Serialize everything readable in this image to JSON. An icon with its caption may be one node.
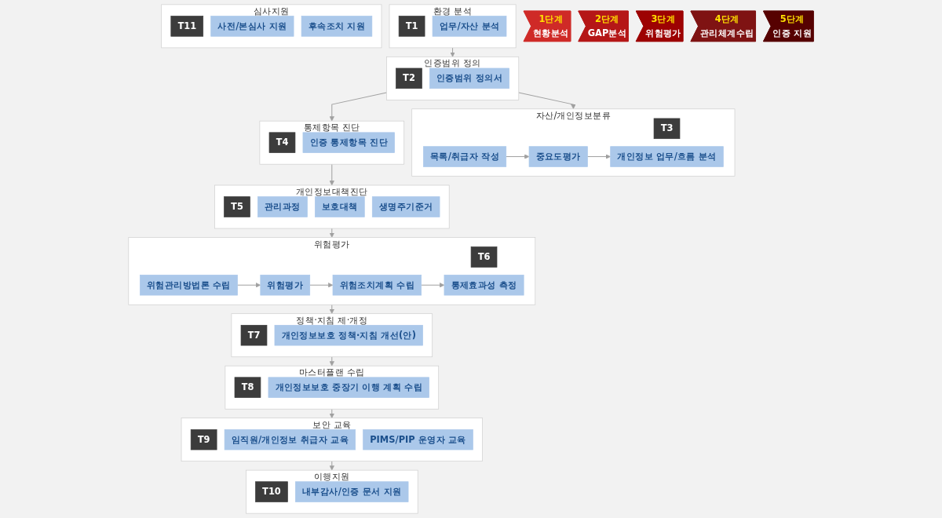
{
  "diagram": {
    "nodes": [
      {
        "text": [
          "1단계",
          "현황분석"
        ]
      },
      {
        "text": [
          "2단계",
          "GAP분석"
        ]
      },
      {
        "text": [
          "3단계",
          "위험평가"
        ]
      },
      {
        "text": [
          "4단계",
          "관리체계수립"
        ]
      },
      {
        "text": [
          "5단계",
          "인증 지원"
        ]
      },
      {
        "text": [
          "환경 분석"
        ]
      },
      {
        "text": [
          "T1"
        ],
        "in": 5
      },
      {
        "text": [
          "업무/자산 분석"
        ],
        "in": 5
      },
      {
        "text": [
          "인증범위 정의"
        ]
      },
      {
        "text": [
          "T2"
        ],
        "in": 8
      },
      {
        "text": [
          "인증범위 정의서"
        ],
        "in": 8
      },
      {
        "text": [
          "자산/개인정보분류"
        ]
      },
      {
        "text": [
          "T3"
        ],
        "in": 11
      },
      {
        "text": [
          "목록/취급자 작성"
        ],
        "in": 11
      },
      {
        "text": [
          "중요도평가"
        ],
        "in": 11
      },
      {
        "text": [
          "개인정보 업무/흐름 분석"
        ],
        "in": 11
      },
      {
        "text": [
          "통제항목 진단"
        ]
      },
      {
        "text": [
          "T4"
        ],
        "in": 16
      },
      {
        "text": [
          "인증 통제항목 진단"
        ],
        "in": 16
      },
      {
        "text": [
          "개인정보대책진단"
        ]
      },
      {
        "text": [
          "T5"
        ],
        "in": 19
      },
      {
        "text": [
          "관리과정"
        ],
        "in": 19
      },
      {
        "text": [
          "보호대책"
        ],
        "in": 19
      },
      {
        "text": [
          "생명주기준거"
        ],
        "in": 19
      },
      {
        "text": [
          "위험평가"
        ]
      },
      {
        "text": [
          "T6"
        ],
        "in": 24
      },
      {
        "text": [
          "위험관리방법론 수립"
        ],
        "in": 24
      },
      {
        "text": [
          "위험평가"
        ],
        "in": 24
      },
      {
        "text": [
          "위험조치계획 수립"
        ],
        "in": 24
      },
      {
        "text": [
          "통제효과성 측정"
        ],
        "in": 24
      },
      {
        "text": [
          "정책·지침 제·개정"
        ]
      },
      {
        "text": [
          "T7"
        ],
        "in": 30
      },
      {
        "text": [
          "개인정보보호 정책·지침 개선(안)"
        ],
        "in": 30
      },
      {
        "text": [
          "마스터플랜 수립"
        ]
      },
      {
        "text": [
          "T8"
        ],
        "in": 33
      },
      {
        "text": [
          "개인정보보호 중장기 이행 계획 수립"
        ],
        "in": 33
      },
      {
        "text": [
          "보안 교육"
        ]
      },
      {
        "text": [
          "T9"
        ],
        "in": 36
      },
      {
        "text": [
          "임직원/개인정보 취급자 교육"
        ],
        "in": 36
      },
      {
        "text": [
          "PIMS/PIP 운영자 교육"
        ],
        "in": 36
      },
      {
        "text": [
          "이행지원"
        ]
      },
      {
        "text": [
          "T10"
        ],
        "in": 40
      },
      {
        "text": [
          "내부감사/인증 문서 지원"
        ],
        "in": 40
      },
      {
        "text": [
          "심사지원"
        ]
      },
      {
        "text": [
          "T11"
        ],
        "in": 43
      },
      {
        "text": [
          "사전/본심사 지원"
        ],
        "in": 43
      },
      {
        "text": [
          "후속조치 지원"
        ],
        "in": 43
      }
    ],
    "edges": [
      {
        "from": 5,
        "to": 8,
        "arrow": "to"
      },
      {
        "from": 8,
        "to": 11,
        "arrow": "to"
      },
      {
        "from": 13,
        "to": 14,
        "arrow": "to"
      },
      {
        "from": 14,
        "to": 15,
        "arrow": "to"
      },
      {
        "from": 8,
        "to": 16,
        "arrow": "to"
      },
      {
        "from": 16,
        "to": 19,
        "arrow": "to"
      },
      {
        "from": 19,
        "to": 24,
        "arrow": "to"
      },
      {
        "from": 26,
        "to": 27,
        "arrow": "to"
      },
      {
        "from": 27,
        "to": 28,
        "arrow": "to"
      },
      {
        "from": 28,
        "to": 29,
        "arrow": "to"
      },
      {
        "from": 24,
        "to": 30,
        "arrow": "to"
      },
      {
        "from": 30,
        "to": 33,
        "arrow": "to"
      },
      {
        "from": 33,
        "to": 36,
        "arrow": "to"
      },
      {
        "from": 36,
        "to": 40,
        "arrow": "to"
      }
    ]
  }
}
